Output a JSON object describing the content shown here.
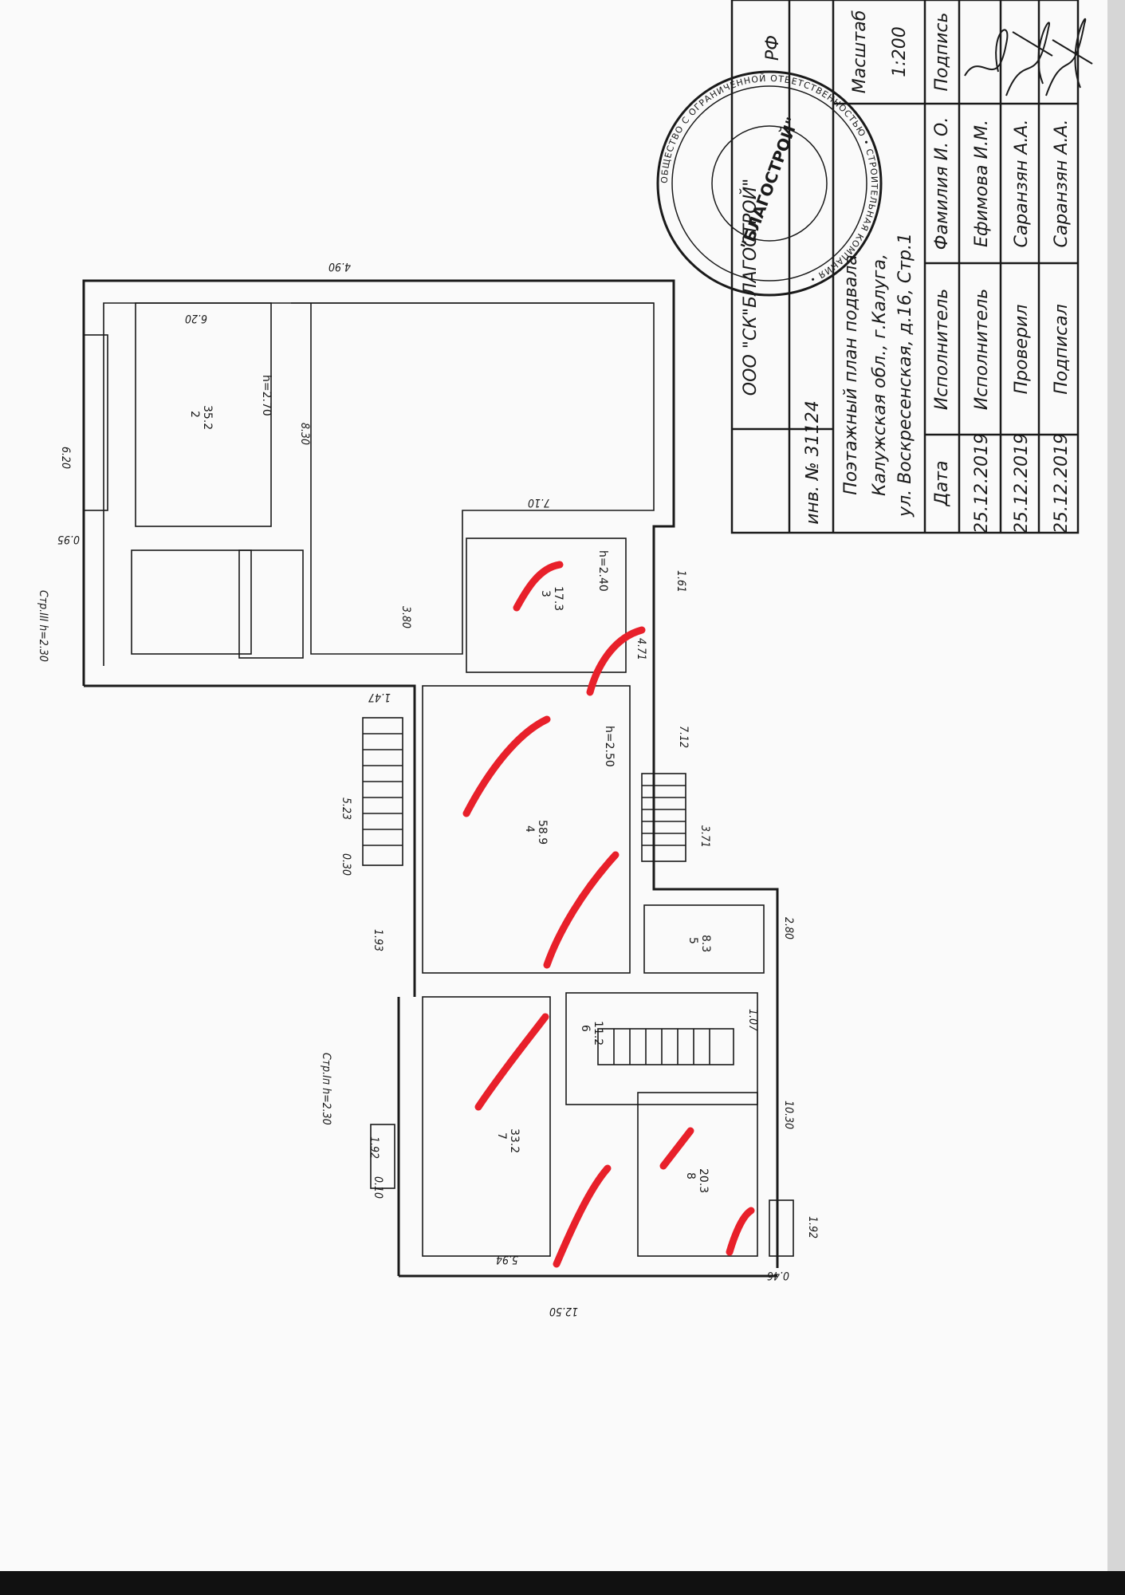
{
  "document": {
    "title": "Поэтажный план подвала",
    "address_line1": "Калужская обл., г.Калуга,",
    "address_line2": "ул. Воскресенская, д.16, Стр.1",
    "inventory_number": "инв. № 31124",
    "organization": "ООО \"СК\"БЛАГОСТРОЙ\"",
    "country": "РФ",
    "scale_label": "Масштаб",
    "scale_value": "1:200"
  },
  "title_block": {
    "headers": {
      "date": "Дата",
      "role": "Исполнитель",
      "name": "Фамилия И. О.",
      "signature": "Подпись"
    },
    "rows": [
      {
        "date": "25.12.2019",
        "role": "Исполнитель",
        "name": "Ефимова И.М."
      },
      {
        "date": "25.12.2019",
        "role": "Проверил",
        "name": "Саранзян А.А."
      },
      {
        "date": "25.12.2019",
        "role": "Подписал",
        "name": "Саранзян А.А."
      }
    ]
  },
  "stamp": {
    "center_text": "\"БЛАГОСТРОЙ\"",
    "outer_text": "ОБЩЕСТВО С ОГРАНИЧЕННОЙ ОТВЕТСТВЕННОСТЬЮ • СТРОИТЕЛЬНАЯ КОМПАНИЯ •"
  },
  "plan": {
    "dimensions": [
      {
        "id": "d1",
        "text": "4.90"
      },
      {
        "id": "d2",
        "text": "6.20"
      },
      {
        "id": "d3",
        "text": "0.95"
      },
      {
        "id": "d4",
        "text": "8.30"
      },
      {
        "id": "d5",
        "text": "7.10"
      },
      {
        "id": "d6",
        "text": "3.80"
      },
      {
        "id": "d7",
        "text": "1.61"
      },
      {
        "id": "d8",
        "text": "4.71"
      },
      {
        "id": "d9",
        "text": "1.47"
      },
      {
        "id": "d10",
        "text": "7.12"
      },
      {
        "id": "d11",
        "text": "5.23"
      },
      {
        "id": "d12",
        "text": "3.71"
      },
      {
        "id": "d13",
        "text": "0.30"
      },
      {
        "id": "d14",
        "text": "1.93"
      },
      {
        "id": "d15",
        "text": "2.80"
      },
      {
        "id": "d16",
        "text": "1.07"
      },
      {
        "id": "d17",
        "text": "10.30"
      },
      {
        "id": "d18",
        "text": "1.92"
      },
      {
        "id": "d19",
        "text": "1.92"
      },
      {
        "id": "d20",
        "text": "12.50"
      },
      {
        "id": "d21",
        "text": "0.10"
      },
      {
        "id": "d22",
        "text": "0.46"
      },
      {
        "id": "d23",
        "text": "6.20"
      },
      {
        "id": "d24",
        "text": "5.94"
      }
    ],
    "rooms": [
      {
        "id": "r1",
        "number": "2",
        "area": "35.2",
        "height": "h=2.70"
      },
      {
        "id": "r2",
        "number": "3",
        "area": "17.3",
        "height": "h=2.40"
      },
      {
        "id": "r3",
        "number": "4",
        "area": "58.9",
        "height": "h=2.50"
      },
      {
        "id": "r4",
        "number": "5",
        "area": "8.3",
        "height": ""
      },
      {
        "id": "r5",
        "number": "6",
        "area": "11.2",
        "height": ""
      },
      {
        "id": "r6",
        "number": "7",
        "area": "33.2",
        "height": ""
      },
      {
        "id": "r7",
        "number": "8",
        "area": "20.3",
        "height": ""
      }
    ],
    "notes": [
      {
        "id": "n1",
        "text": "Стр.III h=2.30"
      },
      {
        "id": "n2",
        "text": "Стр.Iп h=2.30"
      }
    ]
  },
  "colors": {
    "highlight": "#e8202a",
    "ink": "#1a1a1a",
    "paper": "#fafafa"
  }
}
